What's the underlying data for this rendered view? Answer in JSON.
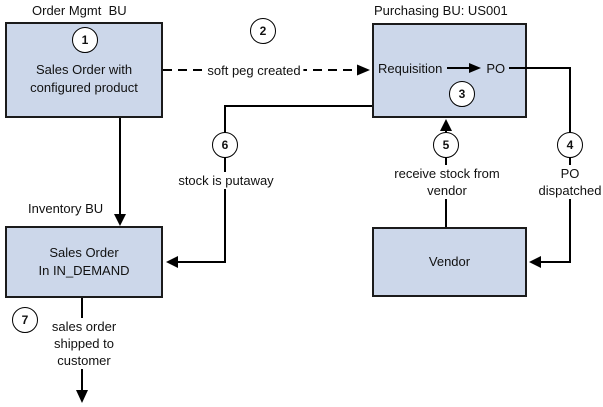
{
  "diagram": {
    "titles": {
      "order_mgmt": "Order Mgmt  BU",
      "purchasing": "Purchasing BU: US001",
      "inventory": "Inventory BU"
    },
    "boxes": {
      "sales_order_configured": "Sales Order with\nconfigured product",
      "requisition": "Requisition",
      "po": "PO",
      "sales_order_demand": "Sales Order\nIn IN_DEMAND",
      "vendor": "Vendor"
    },
    "steps": {
      "s1": "1",
      "s2": "2",
      "s3": "3",
      "s4": "4",
      "s5": "5",
      "s6": "6",
      "s7": "7"
    },
    "labels": {
      "soft_peg": "soft peg created",
      "stock_putaway": "stock is putaway",
      "receive_stock": "receive stock from\nvendor",
      "po_dispatched": "PO\ndispatched",
      "shipped": "sales order\nshipped to\ncustomer"
    },
    "colors": {
      "box_fill": "#ccd7ea",
      "box_border": "#1b1b1b",
      "line": "#000000"
    }
  }
}
